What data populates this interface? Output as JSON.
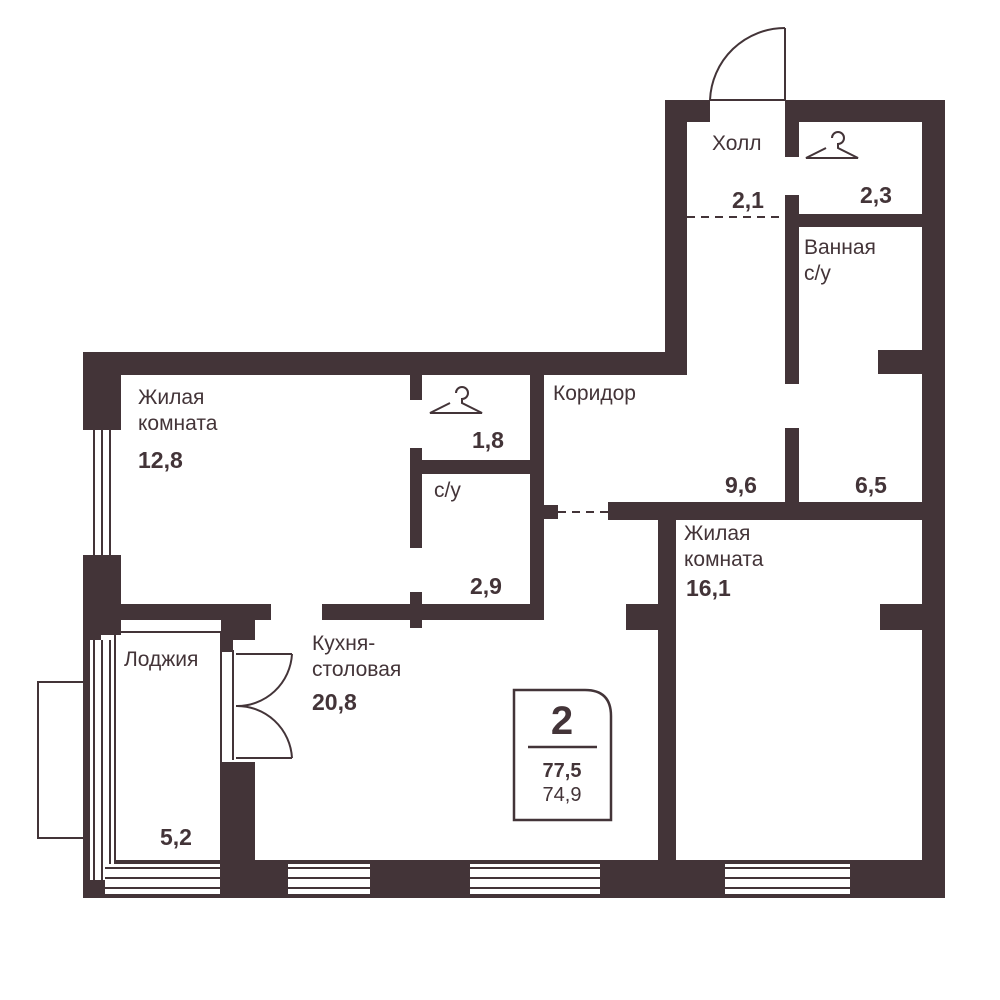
{
  "rooms": {
    "hall": {
      "label": "Холл",
      "area": "2,1"
    },
    "wardrobe_hall": {
      "area": "2,3"
    },
    "bath": {
      "label_line1": "Ванная",
      "label_line2": "с/у",
      "area": "6,5"
    },
    "corridor": {
      "label": "Коридор",
      "area": "9,6"
    },
    "living1": {
      "label_line1": "Жилая",
      "label_line2": "комната",
      "area": "12,8"
    },
    "wardrobe_living": {
      "area": "1,8"
    },
    "wc": {
      "label": "с/у",
      "area": "2,9"
    },
    "living2": {
      "label_line1": "Жилая",
      "label_line2": "комната",
      "area": "16,1"
    },
    "kitchen": {
      "label_line1": "Кухня-",
      "label_line2": "столовая",
      "area": "20,8"
    },
    "loggia": {
      "label": "Лоджия",
      "area": "5,2"
    }
  },
  "summary": {
    "rooms_count": "2",
    "total_area": "77,5",
    "living_area": "74,9"
  },
  "colors": {
    "wall": "#433438",
    "background": "#ffffff"
  },
  "icons": [
    "hanger-icon",
    "door-swing-icon",
    "window-icon"
  ]
}
